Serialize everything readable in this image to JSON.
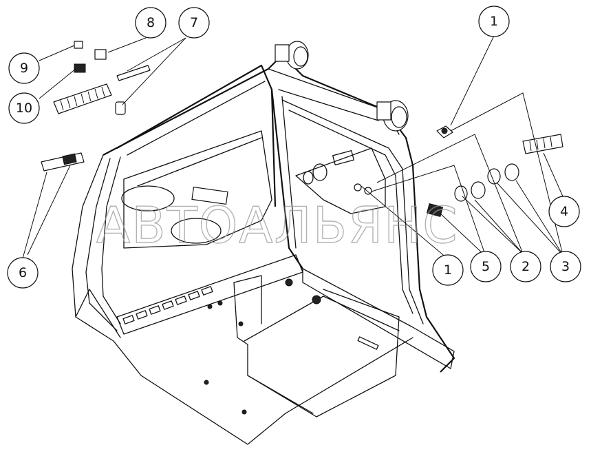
{
  "watermark": "АВТОАЛЬЯНС",
  "callouts": [
    {
      "id": "c1-top",
      "label": "1"
    },
    {
      "id": "c8",
      "label": "8"
    },
    {
      "id": "c7",
      "label": "7"
    },
    {
      "id": "c9",
      "label": "9"
    },
    {
      "id": "c10",
      "label": "10"
    },
    {
      "id": "c6",
      "label": "6"
    },
    {
      "id": "c4",
      "label": "4"
    },
    {
      "id": "c1-bottom",
      "label": "1"
    },
    {
      "id": "c5",
      "label": "5"
    },
    {
      "id": "c2",
      "label": "2"
    },
    {
      "id": "c3",
      "label": "3"
    }
  ]
}
